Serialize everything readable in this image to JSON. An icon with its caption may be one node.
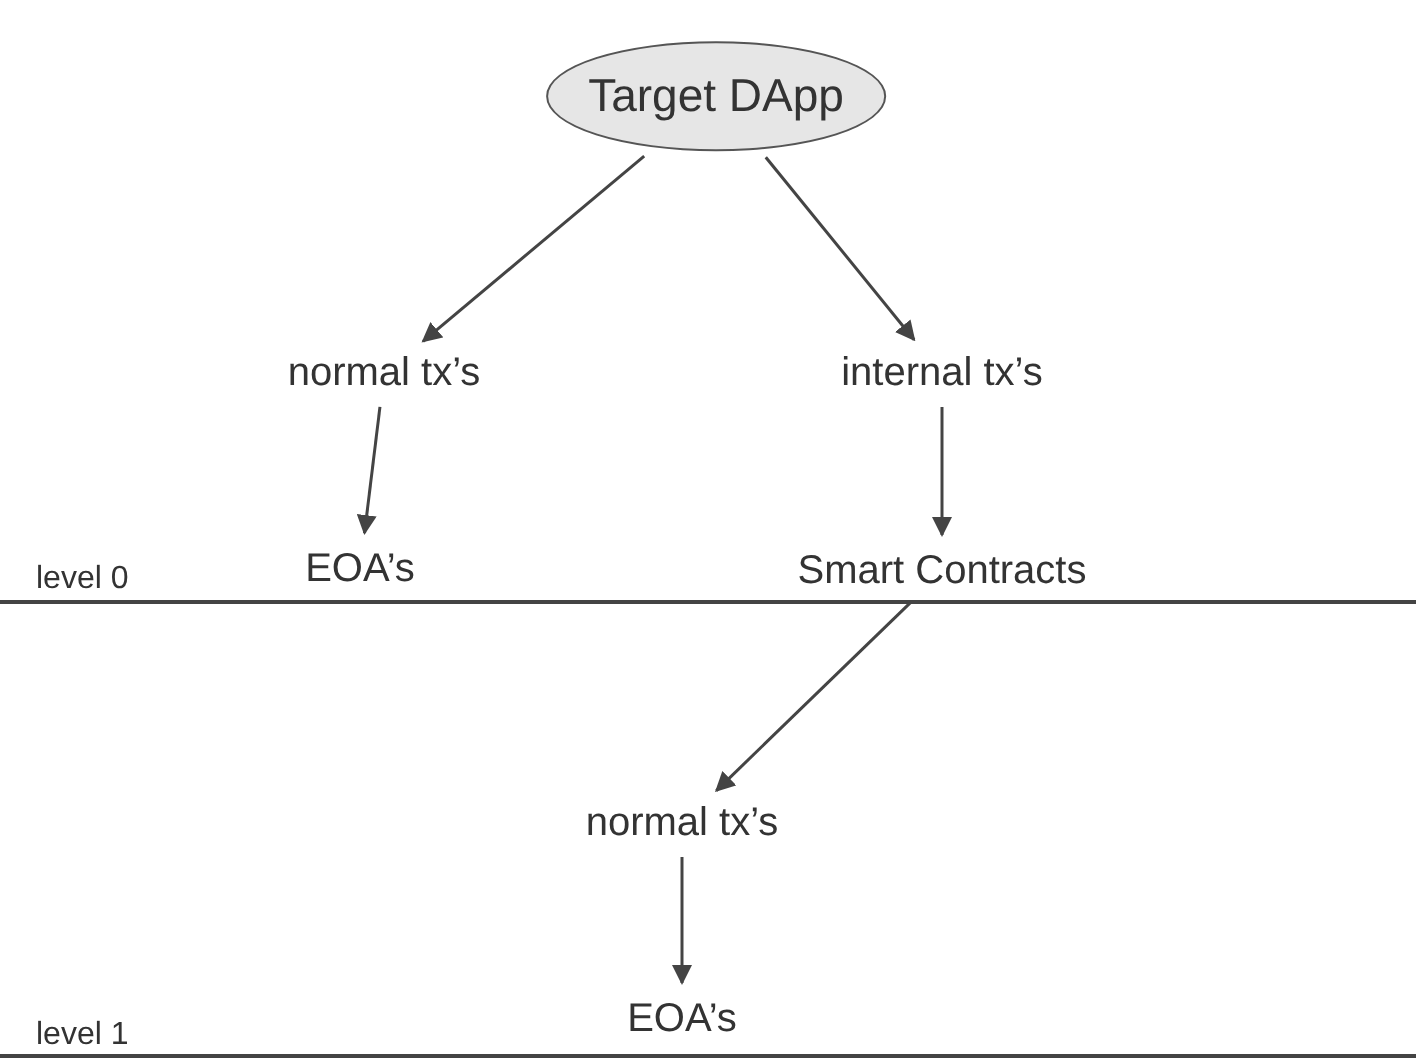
{
  "diagram": {
    "nodes": [
      {
        "text": [
          "Target DApp"
        ]
      },
      {
        "text": [
          "normal tx’s"
        ]
      },
      {
        "text": [
          "internal tx’s"
        ]
      },
      {
        "text": [
          "EOA’s"
        ]
      },
      {
        "text": [
          "Smart Contracts"
        ]
      },
      {
        "text": [
          "normal tx’s"
        ]
      },
      {
        "text": [
          "EOA’s"
        ]
      }
    ],
    "edges": [
      {
        "from": 0,
        "to": 1,
        "arrow": "to"
      },
      {
        "from": 0,
        "to": 2,
        "arrow": "to"
      },
      {
        "from": 1,
        "to": 3,
        "arrow": "to"
      },
      {
        "from": 2,
        "to": 4,
        "arrow": "to"
      },
      {
        "from": 4,
        "to": 5,
        "arrow": "to"
      },
      {
        "from": 5,
        "to": 6,
        "arrow": "to"
      }
    ],
    "labels": [
      "level 0",
      "level 1"
    ]
  }
}
